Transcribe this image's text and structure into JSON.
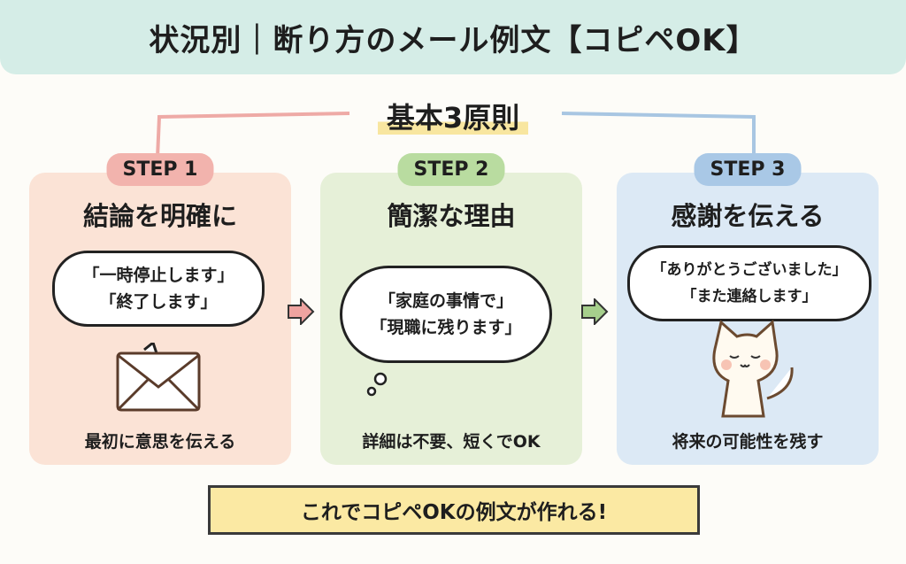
{
  "title": "状況別｜断り方のメール例文【コピペOK】",
  "subtitle": "基本3原則",
  "steps": [
    {
      "label": "STEP 1",
      "heading": "結論を明確に",
      "lines": [
        "「一時停止します」",
        "「終了します」"
      ],
      "footer": "最初に意思を伝える",
      "icon": "envelope-icon",
      "color": "#fbe3d6"
    },
    {
      "label": "STEP 2",
      "heading": "簡潔な理由",
      "lines": [
        "「家庭の事情で」",
        "「現職に残ります」"
      ],
      "footer": "詳細は不要、短くでOK",
      "icon": "thought-bubble-icon",
      "color": "#e6f0d8"
    },
    {
      "label": "STEP 3",
      "heading": "感謝を伝える",
      "lines": [
        "「ありがとうございました」",
        "「また連絡します」"
      ],
      "footer": "将来の可能性を残す",
      "icon": "cat-icon",
      "color": "#dce9f5"
    }
  ],
  "banner": "これでコピペOKの例文が作れる!"
}
